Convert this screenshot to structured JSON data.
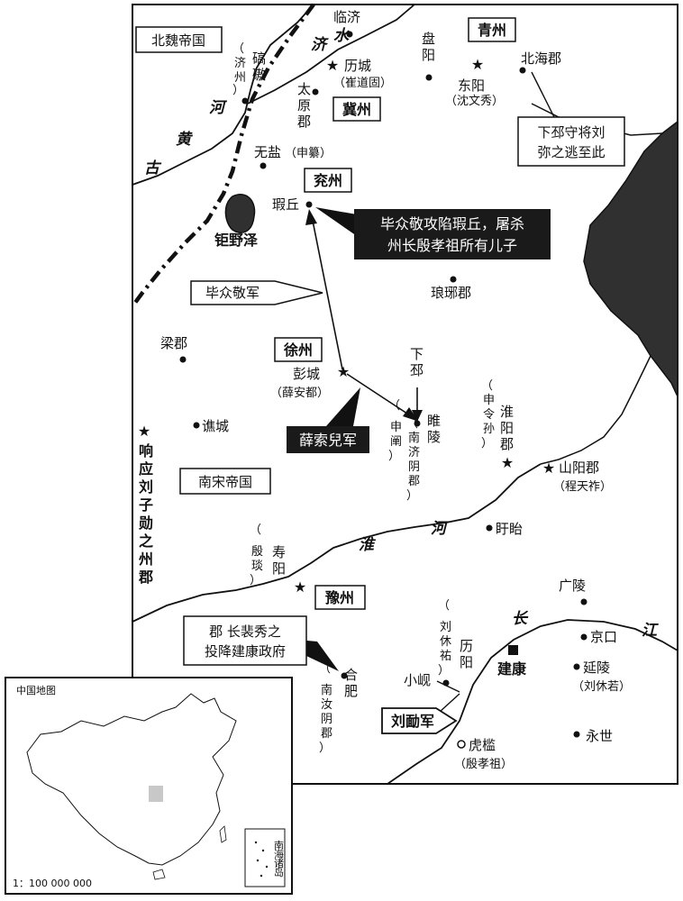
{
  "regions": {
    "north_wei": "北魏帝国",
    "south_song": "南宋帝国",
    "qingzhou": "青州",
    "jizhou": "冀州",
    "yanzhou": "兖州",
    "xuzhou": "徐州",
    "yuzhou": "豫州"
  },
  "rivers": {
    "ji_1": "济",
    "ji_2": "水",
    "he_1": "河",
    "he_2": "黄",
    "he_3": "古",
    "huai_1": "淮",
    "huai_2": "河",
    "jiang_1": "长",
    "jiang_2": "江"
  },
  "places": {
    "linji": "临济",
    "panyang": [
      "盘",
      "阳"
    ],
    "dongyang": "东阳",
    "dongyang_note": "（沈文秀）",
    "beihai": "北海郡",
    "licheng": "历城",
    "licheng_note": "（崔道固）",
    "qiaoao": [
      "碻",
      "磝"
    ],
    "qiaoao_note": [
      "（",
      "济",
      "州",
      "）"
    ],
    "taiyuan": [
      "太",
      "原",
      "郡"
    ],
    "wuyan": "无盐",
    "wuyan_note": "（申纂）",
    "xiaqiu": "瑕丘",
    "juyeze": "钜野泽",
    "langya": "琅琊郡",
    "liang": "梁郡",
    "pengcheng": "彭城",
    "pengcheng_note": "（薛安都）",
    "xiapi": [
      "下",
      "邳"
    ],
    "suiling": [
      "睢",
      "陵"
    ],
    "suiling_note": [
      "（",
      "南",
      "济",
      "阴",
      "郡",
      "）"
    ],
    "shenchan": [
      "（",
      "申",
      "阐",
      "）"
    ],
    "huaiyang": [
      "淮",
      "阳",
      "郡"
    ],
    "huaiyang_note": [
      "（",
      "申",
      "令",
      "孙",
      "）"
    ],
    "qiaocheng": "谯城",
    "shanyang": "山阳郡",
    "shanyang_note": "（程天祚）",
    "xuyi": "盱眙",
    "shouyang": [
      "寿",
      "阳"
    ],
    "shouyang_note": [
      "（",
      "殷",
      "琰",
      "）"
    ],
    "guangling": "广陵",
    "jingkou": "京口",
    "yanling": "延陵",
    "yanling_note": "（刘休若）",
    "yongshi": "永世",
    "jiankang": "建康",
    "liyang": [
      "历",
      "阳"
    ],
    "liyang_note": [
      "（",
      "刘",
      "休",
      "祐",
      "）"
    ],
    "xiaoxian": "小岘",
    "hefei": [
      "合",
      "肥"
    ],
    "hefei_note": [
      "（",
      "南",
      "汝",
      "阴",
      "郡",
      "）"
    ],
    "hukan": "虎槛",
    "hukan_note": "（殷孝祖）",
    "respond_liu": [
      "响",
      "应",
      "刘",
      "子",
      "勋",
      "之",
      "州",
      "郡"
    ]
  },
  "callouts": {
    "liu_mi": [
      "下邳守将刘",
      "弥之逃至此"
    ],
    "bi_zhongjing": [
      "毕众敬攻陷瑕丘，屠杀",
      "州长殷孝祖所有儿子"
    ],
    "bi_army": "毕众敬军",
    "xue_army": "薛索兒军",
    "pei_xiu": [
      "郡 长裴秀之",
      "投降建康政府"
    ],
    "liu_mian_army": "刘勔军"
  },
  "inset": {
    "title": "中国地图",
    "scale": "1：100 000 000",
    "south_sea": [
      "南",
      "海",
      "诸",
      "岛"
    ]
  },
  "colors": {
    "land": "#ffffff",
    "sea": "#303030",
    "line": "#111111",
    "inset_marker": "#c8c8c8"
  }
}
